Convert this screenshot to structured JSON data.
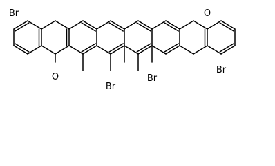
{
  "molecule": {
    "atoms": [
      {
        "id": "br_top_left",
        "symbol": "Br"
      },
      {
        "id": "o_top_right",
        "symbol": "O"
      },
      {
        "id": "o_bottom_left",
        "symbol": "O"
      },
      {
        "id": "br_bottom_center",
        "symbol": "Br"
      },
      {
        "id": "br_bottom_middle",
        "symbol": "Br"
      },
      {
        "id": "br_bottom_right",
        "symbol": "Br"
      }
    ],
    "colors": {
      "bond": "#000000",
      "background": "#ffffff"
    }
  }
}
